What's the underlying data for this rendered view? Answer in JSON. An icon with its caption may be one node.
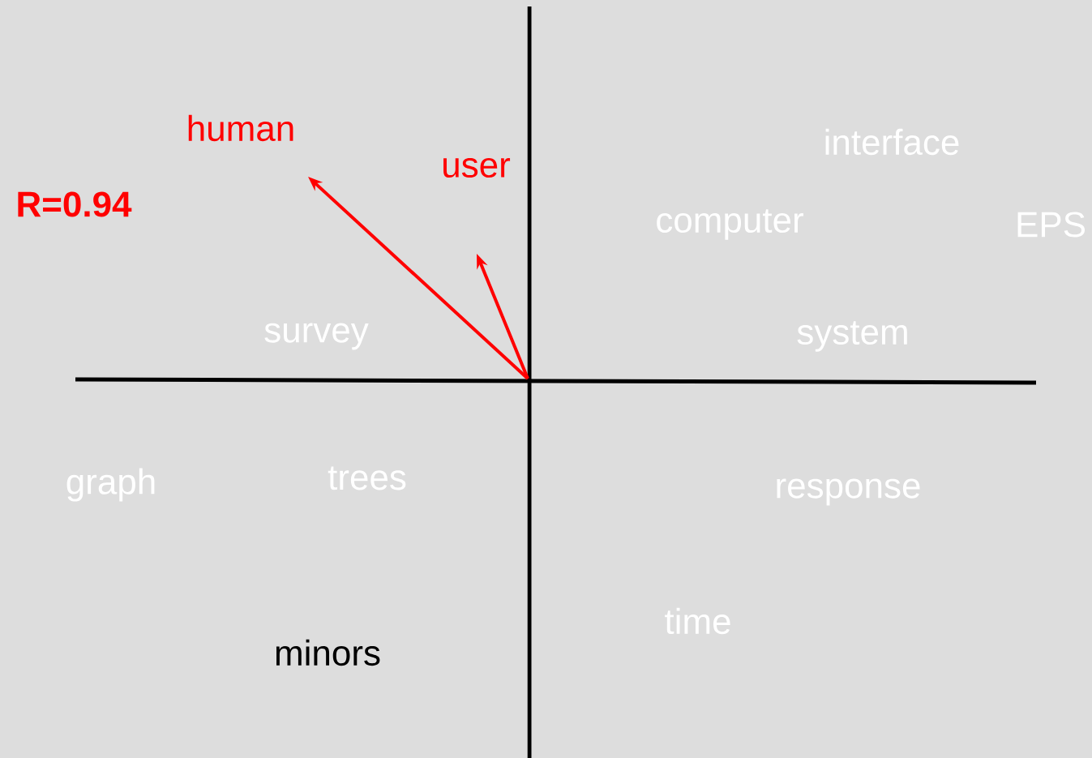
{
  "diagram": {
    "labels": [
      "human",
      "interface",
      "user",
      "R=0.94",
      "computer",
      "EPS",
      "survey",
      "system",
      "trees",
      "graph",
      "response",
      "time",
      "minors"
    ]
  }
}
